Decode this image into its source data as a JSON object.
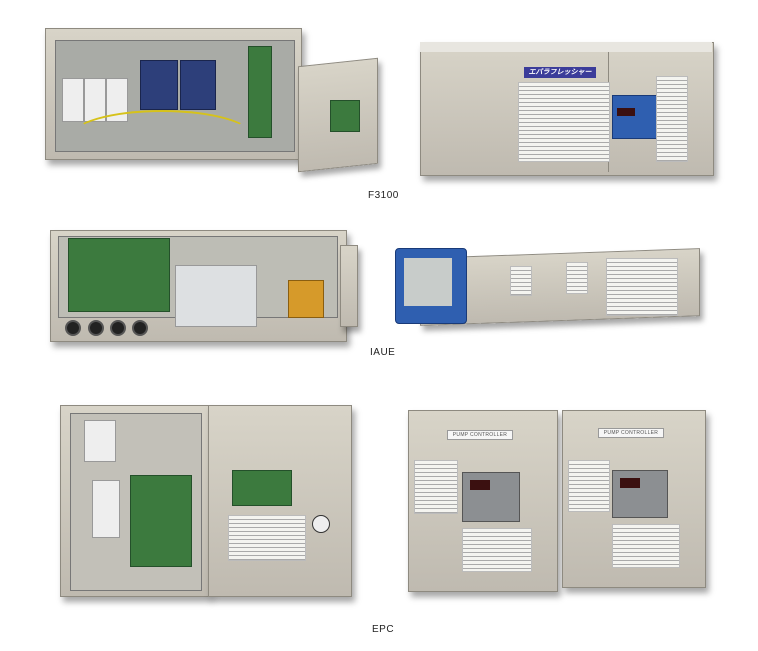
{
  "products": [
    {
      "caption": "F3100",
      "closed_logo": "エバラフレッシャー"
    },
    {
      "caption": "IAUE"
    },
    {
      "caption": "EPC",
      "plates": [
        "PUMP CONTROLLER",
        "PUMP CONTROLLER"
      ]
    }
  ],
  "colors": {
    "housing": "#c9c5ba",
    "board": "#3c7a3e",
    "inverter": "#2d3f7a",
    "controller": "#2f5fb0"
  }
}
